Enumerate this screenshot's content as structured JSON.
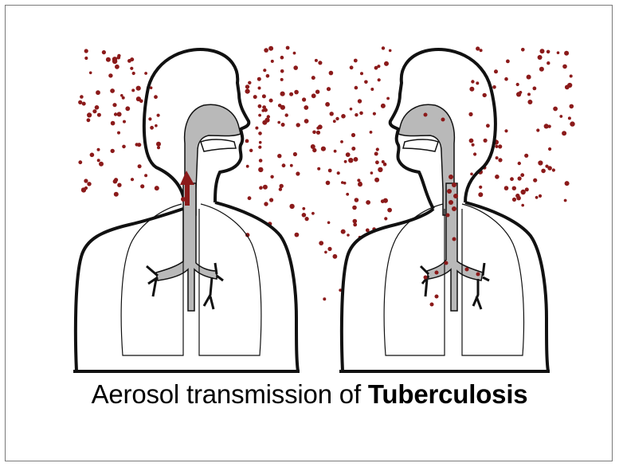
{
  "figure": {
    "caption_prefix": "Aerosol transmission of ",
    "caption_emphasis": "Tuberculosis",
    "colors": {
      "outline": "#111111",
      "airway_fill": "#b9b9b9",
      "droplet": "#8b1a1a",
      "frame": "#7a7a7a"
    },
    "elements": [
      "left-figure-exhaling-icon",
      "right-figure-inhaling-icon",
      "aerosol-droplets",
      "airway-arrow-icon"
    ]
  }
}
